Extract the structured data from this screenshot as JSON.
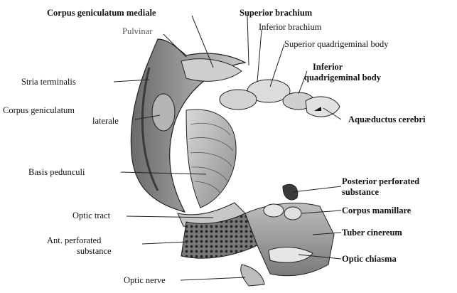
{
  "figure": {
    "labels": {
      "corpus_geniculatum_mediale": "Corpus geniculatum mediale",
      "pulvinar": "Pulvinar",
      "superior_brachium": "Superior brachium",
      "inferior_brachium": "Inferior brachium",
      "superior_quadrigeminal_body": "Superior quadrigeminal body",
      "inferior_quadrigeminal_line1": "Inferior",
      "inferior_quadrigeminal_line2": "quadrigeminal body",
      "stria_terminalis": "Stria terminalis",
      "corpus_geniculatum_laterale_line1": "Corpus geniculatum",
      "corpus_geniculatum_laterale_line2": "laterale",
      "aquaeductus_cerebri": "Aquæductus cerebri",
      "basis_pedunculi": "Basis pedunculi",
      "posterior_perforated_line1": "Posterior perforated",
      "posterior_perforated_line2": "substance",
      "optic_tract": "Optic tract",
      "corpus_mamillare": "Corpus mamillare",
      "ant_perforated_line1": "Ant. perforated",
      "ant_perforated_line2": "substance",
      "tuber_cinereum": "Tuber cinereum",
      "optic_chiasma": "Optic chiasma",
      "optic_nerve": "Optic nerve"
    },
    "colors": {
      "ink": "#111111",
      "shade_dark": "#6f6f6f",
      "shade_mid": "#a9a9a9",
      "shade_light": "#d4d4d4",
      "background": "#ffffff"
    }
  }
}
